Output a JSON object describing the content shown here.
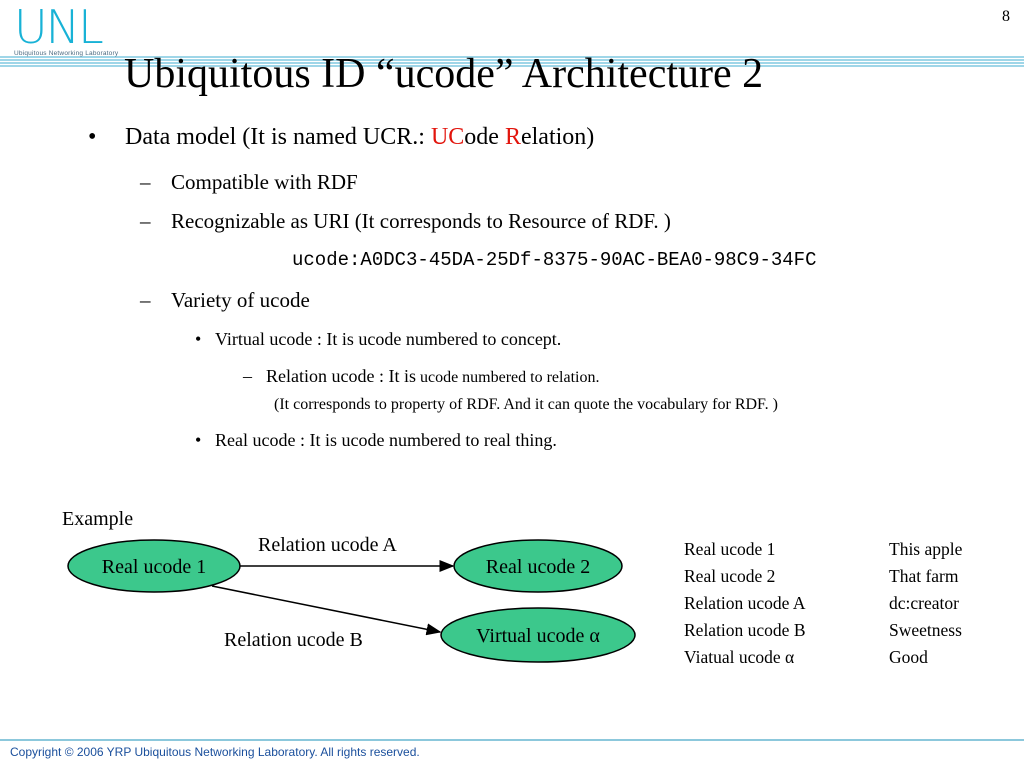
{
  "header": {
    "logo_text": "UNL",
    "logo_subtitle": "Ubiquitous Networking Laboratory",
    "page_number": "8",
    "title": "Ubiquitous ID “ucode” Architecture 2"
  },
  "body": {
    "bullet1": {
      "prefix": "Data model  (It is named UCR.: ",
      "uc": "UC",
      "ode": "ode ",
      "r": "R",
      "elation": "elation)"
    },
    "sub1": "Compatible with RDF",
    "sub2": "Recognizable as URI   (It corresponds to Resource of RDF. )",
    "uri_example": "ucode:A0DC3-45DA-25Df-8375-90AC-BEA0-98C9-34FC",
    "sub3": "Variety of ucode",
    "virtual": "Virtual ucode   : It is ucode numbered to concept.",
    "relation_a": "Relation ucode  : It is",
    "relation_b": " ucode numbered to relation.",
    "relation_note": "(It corresponds to property of RDF. And it can quote the vocabulary for RDF. )",
    "real": "Real ucode   :    It is ucode numbered to real thing."
  },
  "diagram": {
    "caption": "Example",
    "nodes": {
      "real1": "Real ucode 1",
      "real2": "Real ucode 2",
      "virtual": "Virtual ucode α"
    },
    "edges": {
      "a": "Relation ucode A",
      "b": "Relation ucode B"
    },
    "node_fill": "#3cc88c",
    "node_stroke": "#000000"
  },
  "mapping": [
    {
      "key": "Real ucode 1",
      "value": "This apple"
    },
    {
      "key": "Real ucode 2",
      "value": "That farm"
    },
    {
      "key": "Relation ucode A",
      "value": "dc:creator"
    },
    {
      "key": "Relation ucode B",
      "value": "Sweetness"
    },
    {
      "key": "Viatual ucode α",
      "value": "Good"
    }
  ],
  "footer": {
    "copyright": "Copyright © 2006 YRP Ubiquitous Networking Laboratory. All rights reserved."
  },
  "colors": {
    "accent_red": "#e2150d",
    "brand_cyan": "#18b2d6",
    "footer_blue": "#1a4f9c"
  }
}
